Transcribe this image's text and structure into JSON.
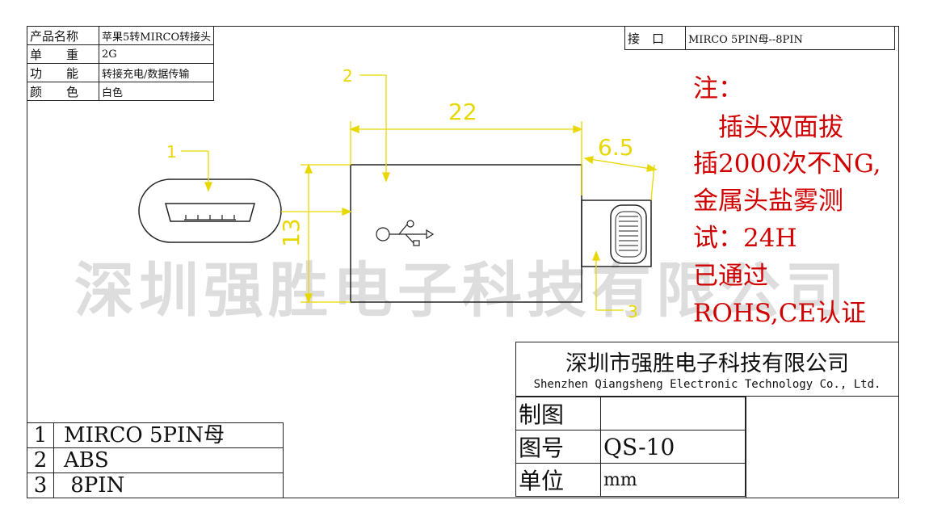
{
  "props": [
    {
      "k": "产品名称",
      "v": "苹果5转MIRCO转接头"
    },
    {
      "k": "单　　重",
      "v": "2G"
    },
    {
      "k": "功　　能",
      "v": "转接充电/数据传输"
    },
    {
      "k": "颜　　色",
      "v": "白色"
    }
  ],
  "iface": {
    "k": "接　口",
    "v": "MIRCO 5PIN母--8PIN"
  },
  "dims": {
    "width": "22",
    "plug": "6.5",
    "height": "13"
  },
  "callouts": [
    "1",
    "2",
    "3"
  ],
  "note": [
    "注：",
    "　插头双面拔",
    "插2000次不NG,",
    "金属头盐雾测",
    "试：24H",
    "已通过",
    "ROHS,CE认证"
  ],
  "company": {
    "cn": "深圳市强胜电子科技有限公司",
    "en": "Shenzhen Qiangsheng Electronic Technology Co., Ltd."
  },
  "watermark": "深圳强胜电子科技有限公司",
  "parts": [
    {
      "n": "1",
      "v": "MIRCO 5PIN母"
    },
    {
      "n": "2",
      "v": "ABS"
    },
    {
      "n": "3",
      "v": " 8PIN"
    }
  ],
  "info": [
    {
      "k": "制图",
      "v": ""
    },
    {
      "k": "图号",
      "v": "QS-10"
    },
    {
      "k": "单位",
      "v": "mm"
    }
  ],
  "colors": {
    "dimension": "#e8d800",
    "note": "#d00000"
  }
}
